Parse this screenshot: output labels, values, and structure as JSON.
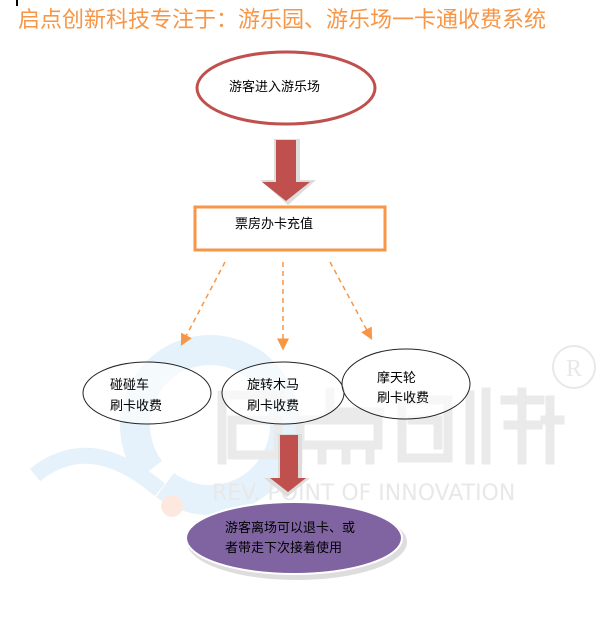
{
  "title": "启点创新科技专注于：游乐园、游乐场一卡通收费系统",
  "watermark": {
    "logo_text": "启点创新",
    "tagline": "REV. POINT OF INNOVATION",
    "registered_mark": "R"
  },
  "nodes": {
    "enter": "游客进入游乐场",
    "ticket_office": "票房办卡充值",
    "bumper_cars": {
      "line1": "碰碰车",
      "line2": "刷卡收费"
    },
    "carousel": {
      "line1": "旋转木马",
      "line2": "刷卡收费"
    },
    "ferris_wheel": {
      "line1": "摩天轮",
      "line2": "刷卡收费"
    },
    "exit": {
      "line1": "游客离场可以退卡、或",
      "line2": "者带走下次接着使用"
    }
  },
  "colors": {
    "title": "#f79646",
    "start_ellipse": "#c0504d",
    "box_border": "#f79646",
    "big_arrow": "#c0504d",
    "dashed_arrow": "#f79646",
    "exit_fill": "#8064a2"
  }
}
